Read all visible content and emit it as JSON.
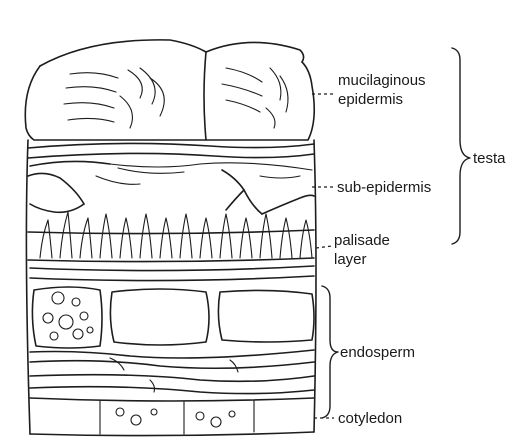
{
  "labels": {
    "mucilaginous_line1": "mucilaginous",
    "mucilaginous_line2": "epidermis",
    "sub_epidermis": "sub-epidermis",
    "palisade_line1": "palisade",
    "palisade_line2": "layer",
    "endosperm": "endosperm",
    "cotyledon": "cotyledon",
    "testa": "testa"
  },
  "colors": {
    "ink": "#1d1d1d",
    "background": "#ffffff"
  }
}
